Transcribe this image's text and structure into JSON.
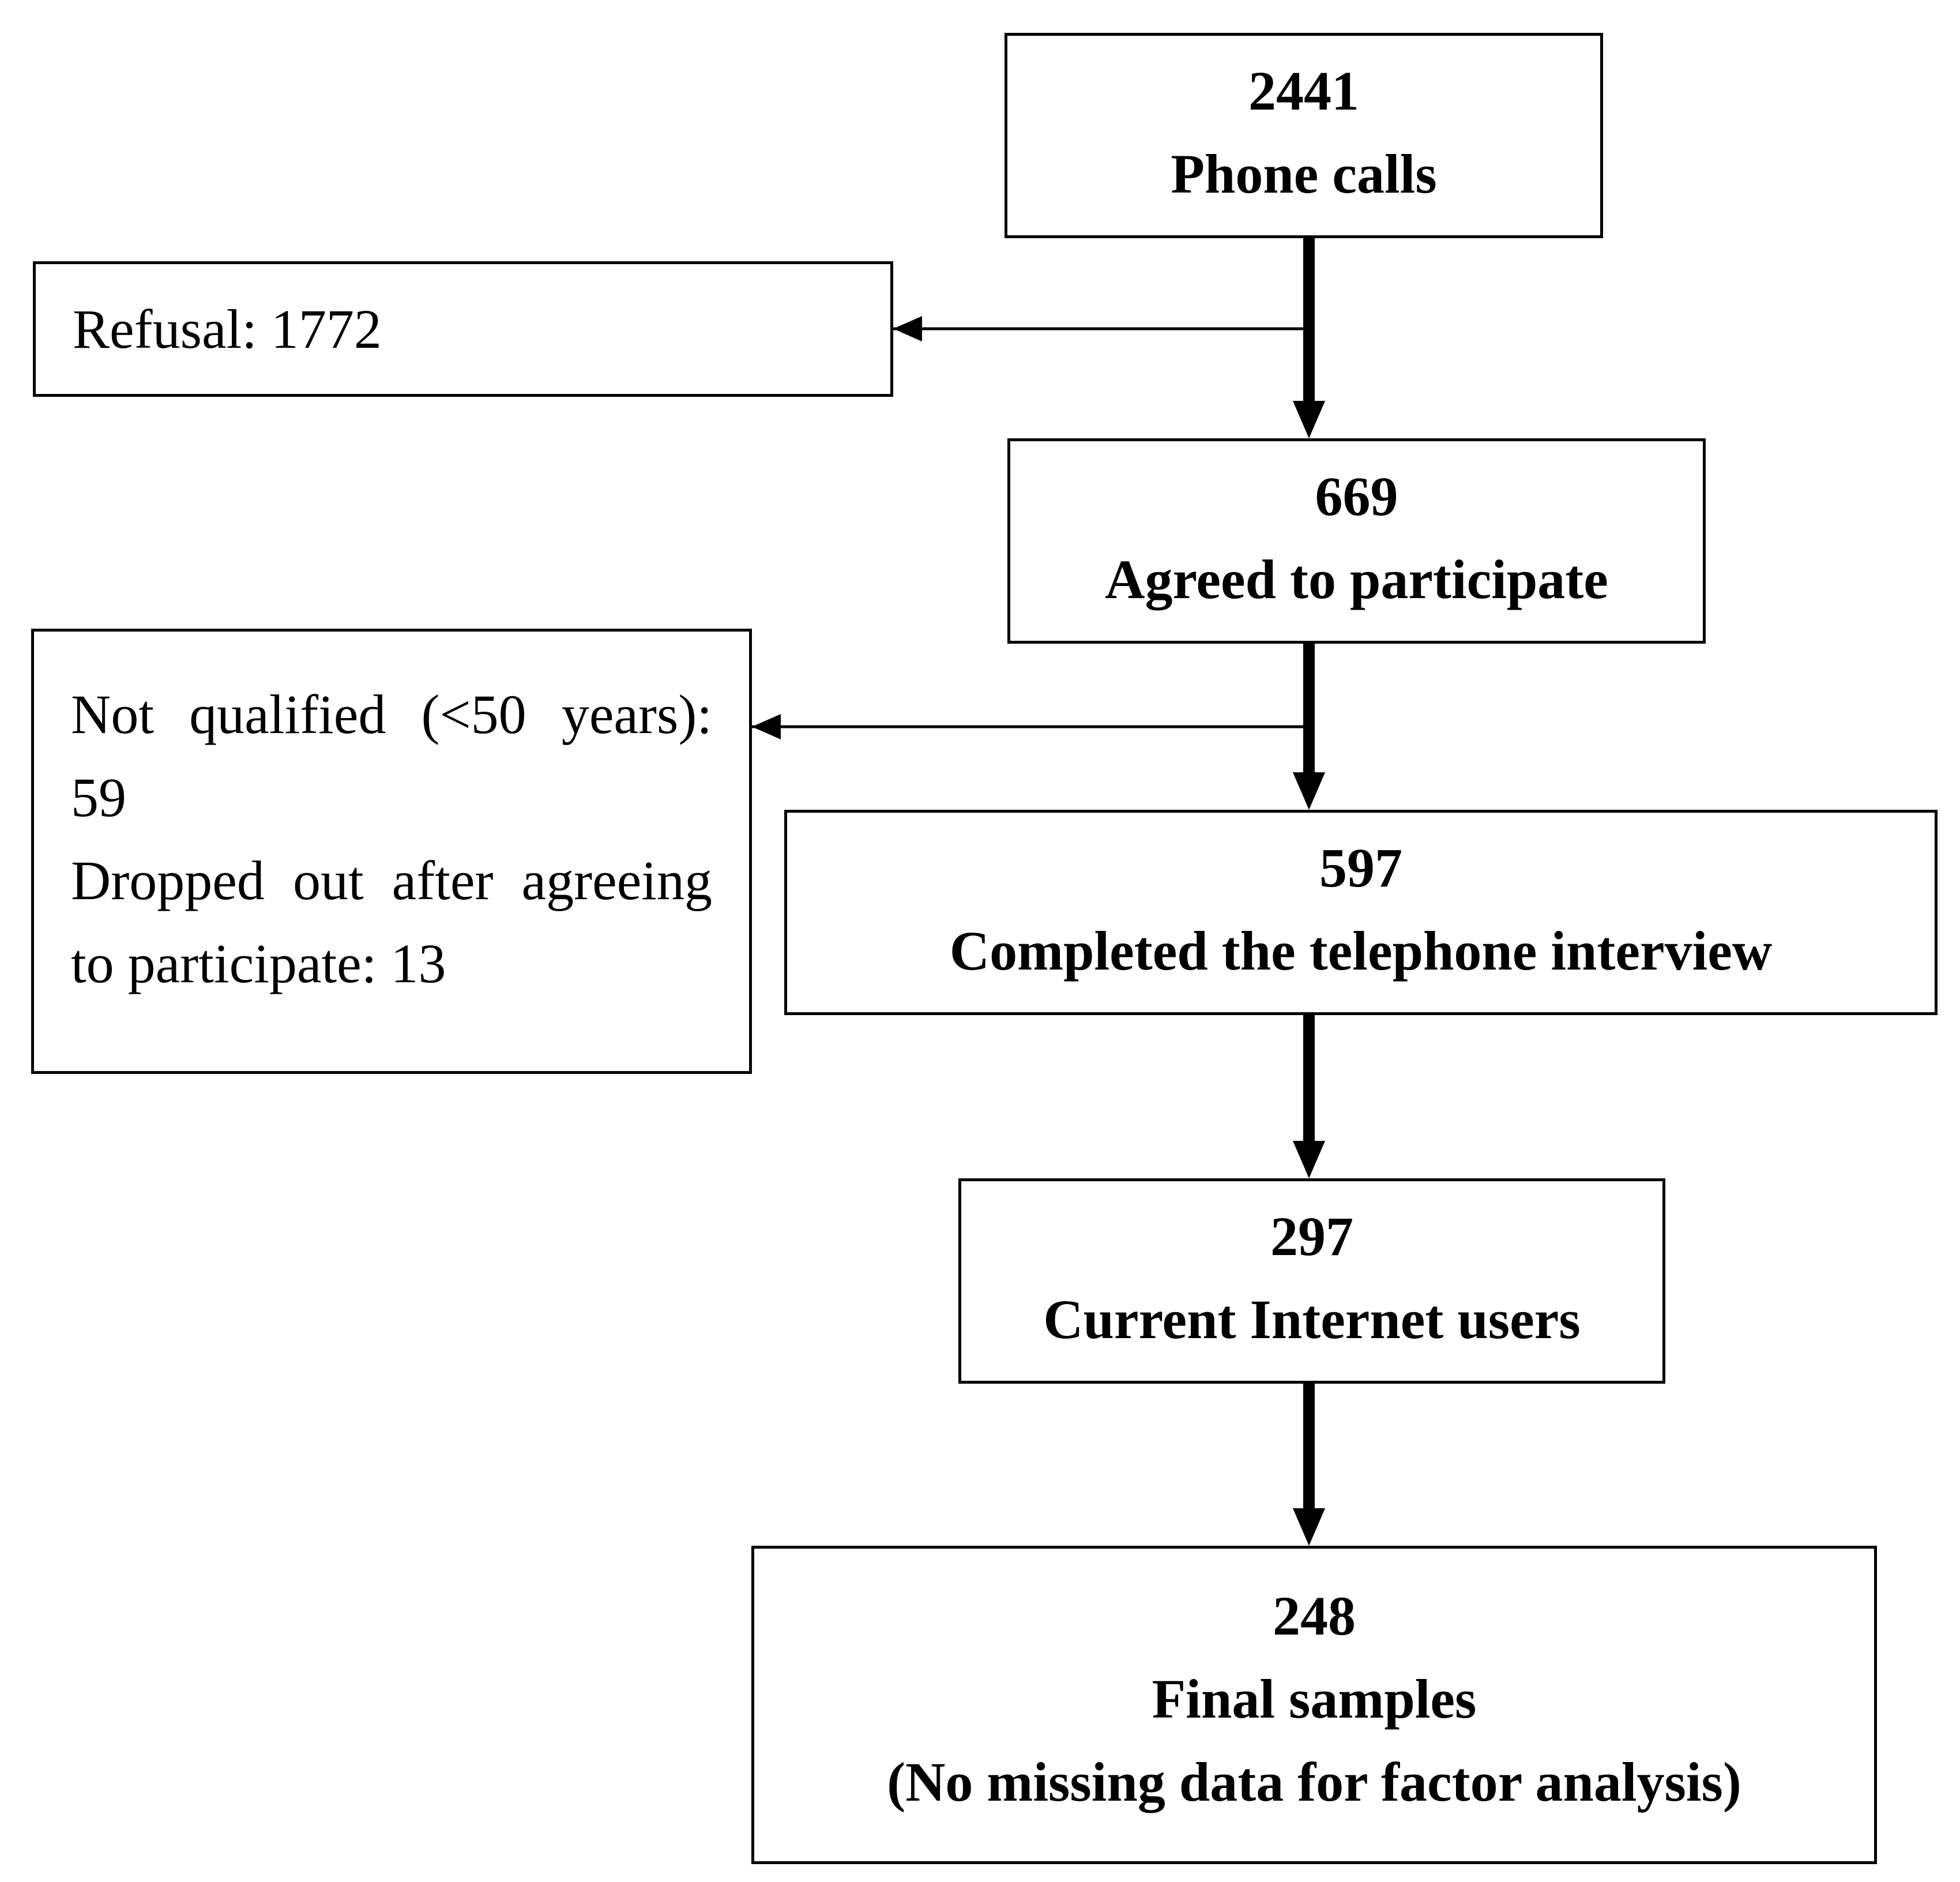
{
  "steps": [
    {
      "count": "2441",
      "label": "Phone calls"
    },
    {
      "count": "669",
      "label": "Agreed to participate"
    },
    {
      "count": "597",
      "label": "Completed the telephone interview"
    },
    {
      "count": "297",
      "label": "Current Internet users"
    },
    {
      "count": "248",
      "label": "Final samples",
      "note": "(No missing data for factor analysis)"
    }
  ],
  "exclusions": {
    "refusal": "Refusal: 1772",
    "not_qualified_line1": "Not qualified (<50 years):",
    "not_qualified_line2": "59",
    "dropped_line1": "Dropped out after agreeing",
    "dropped_line2": "to participate: 13"
  },
  "colors": {
    "line": "#000000",
    "background": "#ffffff"
  }
}
